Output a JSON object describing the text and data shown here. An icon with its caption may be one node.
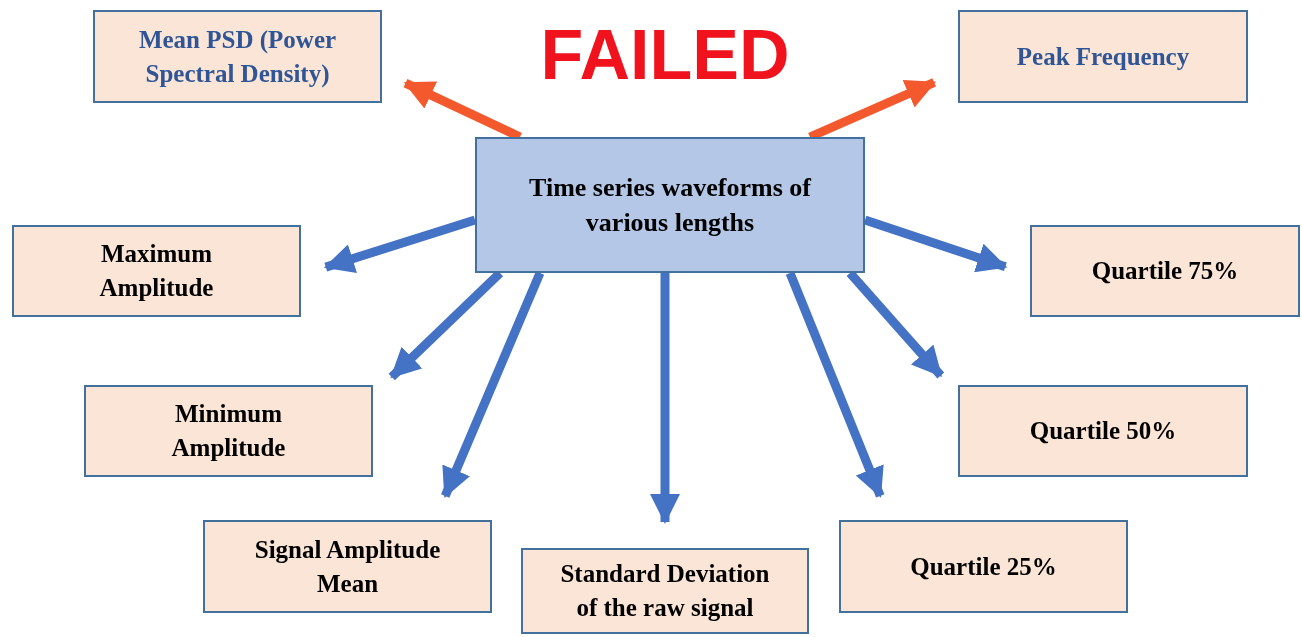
{
  "diagram": {
    "nodes": [
      {
        "text": [
          "Time series waveforms of various lengths"
        ]
      },
      {
        "text": [
          "Mean PSD (Power Spectral Density)"
        ]
      },
      {
        "text": [
          "Peak Frequency"
        ]
      },
      {
        "text": [
          "Maximum Amplitude"
        ]
      },
      {
        "text": [
          "Quartile 75%"
        ]
      },
      {
        "text": [
          "Minimum Amplitude"
        ]
      },
      {
        "text": [
          "Quartile 50%"
        ]
      },
      {
        "text": [
          "Signal Amplitude Mean"
        ]
      },
      {
        "text": [
          "Standard Deviation of the raw signal"
        ]
      },
      {
        "text": [
          "Quartile 25%"
        ]
      }
    ],
    "edges": [
      {
        "from": 0,
        "to": 1,
        "arrow": "to",
        "color": "#f4592e"
      },
      {
        "from": 0,
        "to": 2,
        "arrow": "to",
        "color": "#f4592e"
      },
      {
        "from": 0,
        "to": 3,
        "arrow": "to"
      },
      {
        "from": 0,
        "to": 4,
        "arrow": "to"
      },
      {
        "from": 0,
        "to": 5,
        "arrow": "to"
      },
      {
        "from": 0,
        "to": 6,
        "arrow": "to"
      },
      {
        "from": 0,
        "to": 7,
        "arrow": "to"
      },
      {
        "from": 0,
        "to": 8,
        "arrow": "to"
      },
      {
        "from": 0,
        "to": 9,
        "arrow": "to"
      }
    ],
    "labels": [
      "FAILED"
    ]
  }
}
